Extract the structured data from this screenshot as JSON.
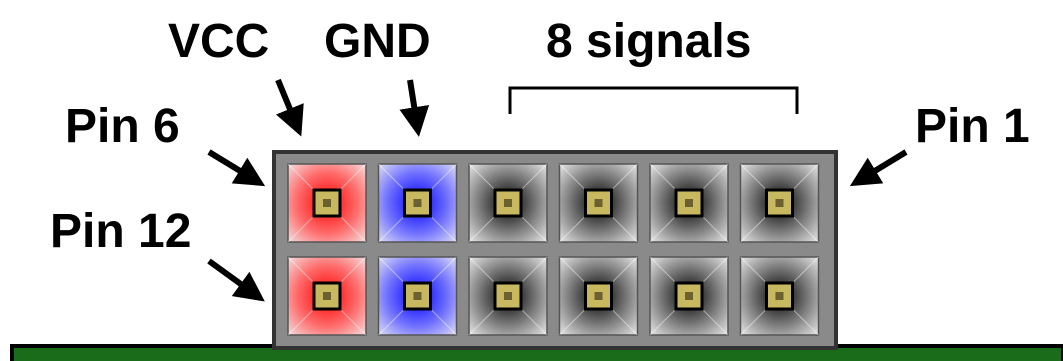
{
  "labels": {
    "vcc": "VCC",
    "gnd": "GND",
    "signals": "8 signals",
    "pin6": "Pin 6",
    "pin12": "Pin 12",
    "pin1": "Pin 1"
  },
  "header": {
    "rows": 2,
    "columns": 6,
    "pin_groups": [
      {
        "name": "VCC",
        "column": 1,
        "color": "#ff2a2a"
      },
      {
        "name": "GND",
        "column": 2,
        "color": "#2a2aff"
      },
      {
        "name": "signal",
        "columns": [
          3,
          4,
          5,
          6
        ],
        "color": "#111111"
      }
    ],
    "body_color": "#8a8a8a",
    "pad_color": "#c8b860"
  },
  "board_color": "#1a6b1a"
}
